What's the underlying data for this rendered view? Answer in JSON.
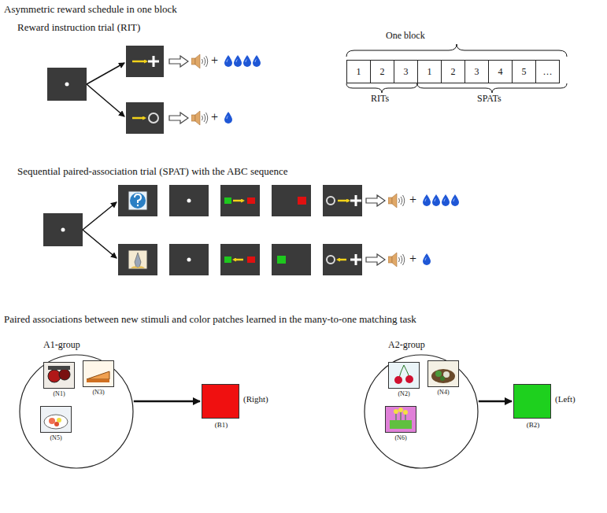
{
  "diagram": {
    "title": "Asymmetric reward schedule in one block",
    "nodes": [
      {
        "text": [
          "1"
        ]
      },
      {
        "text": [
          "2"
        ]
      },
      {
        "text": [
          "3"
        ]
      },
      {
        "text": [
          "1"
        ]
      },
      {
        "text": [
          "2"
        ]
      },
      {
        "text": [
          "3"
        ]
      },
      {
        "text": [
          "4"
        ]
      },
      {
        "text": [
          "5"
        ]
      },
      {
        "text": [
          "…"
        ]
      },
      {
        "text": [
          "A1-group"
        ]
      },
      {
        "text": [
          "(N1)"
        ],
        "in": 9
      },
      {
        "text": [
          "(N3)"
        ],
        "in": 9
      },
      {
        "text": [
          "(N5)"
        ],
        "in": 9
      },
      {
        "text": [
          "(Right)",
          "(B1)"
        ]
      },
      {
        "text": [
          "A2-group"
        ]
      },
      {
        "text": [
          "(N2)"
        ],
        "in": 14
      },
      {
        "text": [
          "(N4)"
        ],
        "in": 14
      },
      {
        "text": [
          "(N6)"
        ],
        "in": 14
      },
      {
        "text": [
          "(Left)",
          "(B2)"
        ]
      }
    ],
    "edges": [
      {
        "from": 9,
        "to": 13,
        "arrow": "to"
      },
      {
        "from": 14,
        "to": 18,
        "arrow": "to"
      }
    ],
    "labels": [
      "Reward instruction trial (RIT)",
      "One block",
      "RITs",
      "SPATs",
      "Sequential paired-association trial (SPAT) with the ABC sequence",
      "+",
      "+",
      "+",
      "+",
      "Paired associations between new stimuli and color patches learned in the many-to-one matching task",
      "…",
      "…"
    ]
  }
}
